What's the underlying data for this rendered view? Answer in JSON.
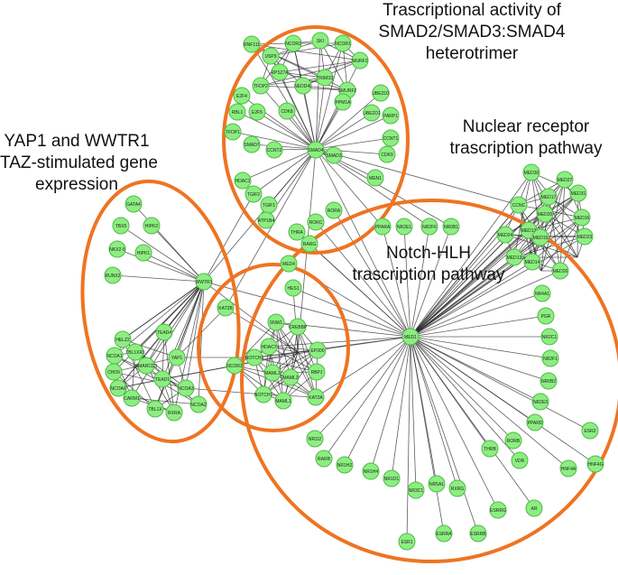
{
  "diagram": {
    "edge_color": "#2a2a2a",
    "node_fill": "#8cee80",
    "node_stroke": "#4fba47",
    "cluster_outline_color": "#ee7422"
  },
  "labels": {
    "smad_line1": "Trascriptional activity of",
    "smad_line2": "SMAD2/SMAD3:SMAD4",
    "smad_line3": "heterotrimer",
    "yap_line1": "YAP1 and WWTR1",
    "yap_line2": "TAZ-stimulated gene",
    "yap_line3": "expression",
    "nuclear_line1": "Nuclear receptor",
    "nuclear_line2": "trascription pathway",
    "notch_line1": "Notch-HLH",
    "notch_line2": "trascription pathway"
  },
  "nodes": {
    "smad_cluster": [
      "RNF111",
      "NCOR2",
      "SKI",
      "USP9",
      "NCOR1",
      "MURF2",
      "RPS27A",
      "TRIM33",
      "NEDD4L",
      "SMURF2",
      "TFDP2",
      "UBE2D3",
      "E2F4",
      "PPM1A",
      "UBE2D1",
      "RBL1",
      "E2F5",
      "CDK8",
      "PARP1",
      "TFDP1",
      "CCNT1",
      "SMAD7",
      "CCNT2",
      "CDK9",
      "SMAD4",
      "HDAC1",
      "MEN1",
      "TGIF2",
      "TGIF1",
      "ATP1B4",
      "SMAD3"
    ],
    "yap_cluster": [
      "GATA4",
      "TBX5",
      "HIPK2",
      "NKX2-5",
      "HIPK1",
      "RUNX2",
      "WWTR1",
      "HELZ2",
      "TEAD4",
      "NCOA1",
      "CHD9",
      "NCOA6",
      "CARM1",
      "TBL1X",
      "RXRA",
      "NCOA2",
      "NCOA3",
      "TEAD1",
      "TBL1XR1",
      "YAP1",
      "SMARCD3"
    ],
    "notch_cluster": [
      "KAT2B",
      "NOTCH1",
      "NOTCH3",
      "KAT2A",
      "RBPJ",
      "MAML1",
      "MAML2",
      "MAML3",
      "HDAC7",
      "SNW1",
      "CREBBP",
      "EP300",
      "NCOR2",
      "HES1"
    ],
    "nuclear_cluster": [
      "MED4",
      "CCNC",
      "MED30",
      "MED27",
      "MED31",
      "MED16",
      "MED23",
      "MED26",
      "MED20",
      "MED12",
      "MED13",
      "MED14",
      "MED15",
      "MED17",
      "MED24",
      "MED1",
      "NR4A1",
      "PGR",
      "NR2C1",
      "NR2F1",
      "NR0B2",
      "NR2E3",
      "PPARD",
      "ESR2",
      "RORB",
      "HNF4G",
      "HNF4A",
      "VDR",
      "AR",
      "THRB",
      "ESRRG",
      "RXRG",
      "ESRRB",
      "NR5A1",
      "ESRRA",
      "NR3C1",
      "ESR1",
      "NR1D1",
      "NR1H4",
      "NR1H2",
      "RARB",
      "NR1I2",
      "NR2E1",
      "NR2F6",
      "NR0B1",
      "PPARA",
      "RORA",
      "RORC",
      "THRA",
      "RARG"
    ]
  }
}
